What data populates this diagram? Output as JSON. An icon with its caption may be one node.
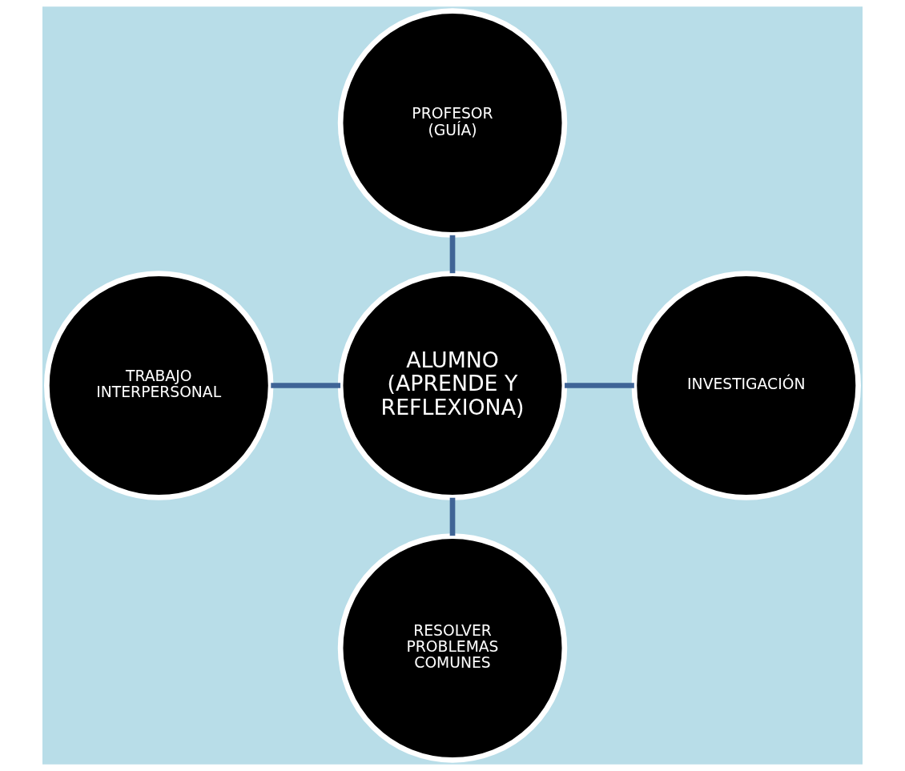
{
  "diagram": {
    "nodes": [
      {
        "text": [
          "PROFESOR (GUÍA)"
        ]
      },
      {
        "text": [
          "TRABAJO INTERPERSONAL"
        ]
      },
      {
        "text": [
          "ALUMNO",
          "(APRENDE Y REFLEXIONA)"
        ]
      },
      {
        "text": [
          "INVESTIGACIÓN"
        ]
      },
      {
        "text": [
          "RESOLVER PROBLEMAS COMUNES"
        ]
      }
    ],
    "edges": [
      {
        "from": 0,
        "to": 2,
        "arrow": "none"
      },
      {
        "from": 1,
        "to": 2,
        "arrow": "none"
      },
      {
        "from": 2,
        "to": 3,
        "arrow": "none"
      },
      {
        "from": 2,
        "to": 4,
        "arrow": "none"
      }
    ]
  }
}
